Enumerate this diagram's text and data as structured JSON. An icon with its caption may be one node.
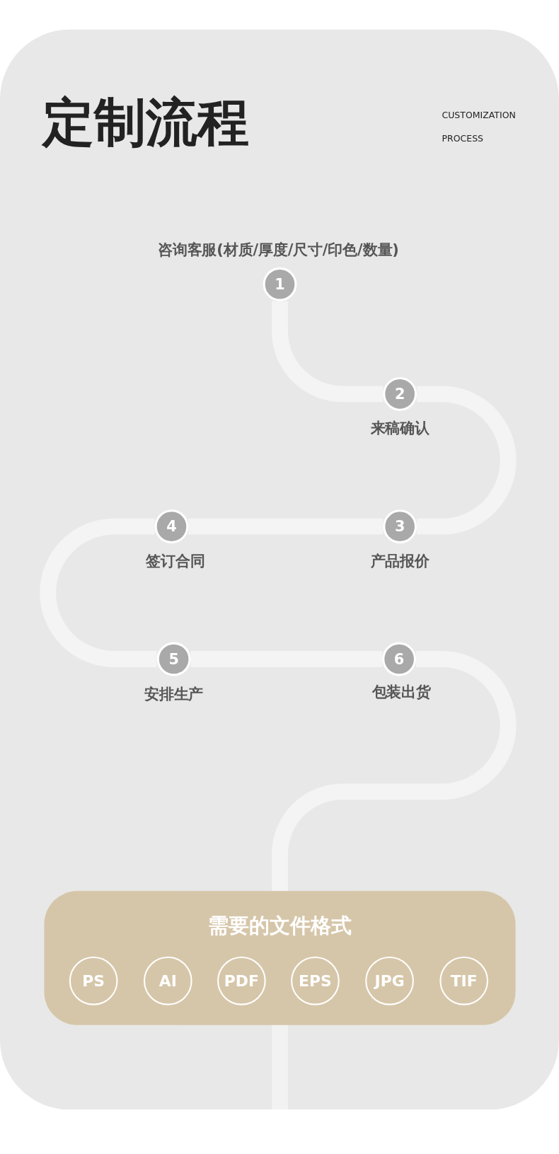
{
  "diagram": {
    "title": "定制流程",
    "nodes": [
      {
        "text": [
          "1"
        ],
        "beside": [
          "咨询客服(材质/厚度/尺寸/印色/数量)"
        ]
      },
      {
        "text": [
          "2"
        ],
        "beside": [
          "来稿确认"
        ]
      },
      {
        "text": [
          "3"
        ],
        "beside": [
          "产品报价"
        ]
      },
      {
        "text": [
          "4"
        ],
        "beside": [
          "签订合同"
        ]
      },
      {
        "text": [
          "5"
        ],
        "beside": [
          "安排生产"
        ]
      },
      {
        "text": [
          "6"
        ],
        "beside": [
          "包装出货"
        ]
      },
      {
        "text": [
          "需要的文件格式"
        ]
      },
      {
        "text": [
          "PS"
        ],
        "in": 6
      },
      {
        "text": [
          "AI"
        ],
        "in": 6
      },
      {
        "text": [
          "PDF"
        ],
        "in": 6
      },
      {
        "text": [
          "EPS"
        ],
        "in": 6
      },
      {
        "text": [
          "JPG"
        ],
        "in": 6
      },
      {
        "text": [
          "TIF"
        ],
        "in": 6
      }
    ],
    "edges": [
      {
        "from": 0,
        "to": 1,
        "arrow": "none"
      },
      {
        "from": 1,
        "to": 2,
        "arrow": "none"
      },
      {
        "from": 2,
        "to": 3,
        "arrow": "none"
      },
      {
        "from": 3,
        "to": 4,
        "arrow": "none"
      },
      {
        "from": 4,
        "to": 5,
        "arrow": "none"
      },
      {
        "from": 5,
        "to": 6,
        "arrow": "none"
      }
    ],
    "labels": [
      "CUSTOMIZATION PROCESS"
    ]
  }
}
